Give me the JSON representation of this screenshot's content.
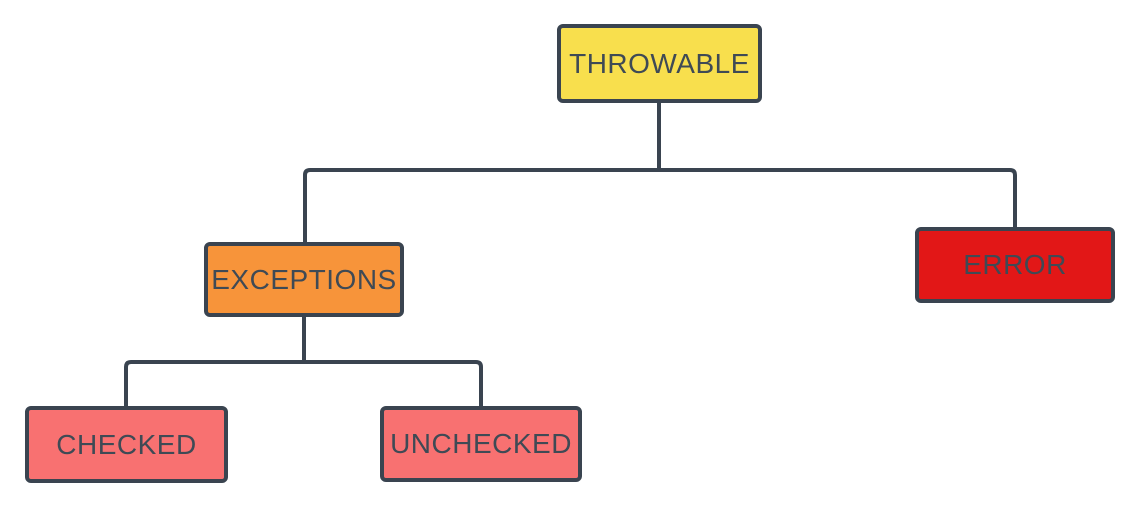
{
  "diagram": {
    "type": "tree",
    "background": "#ffffff",
    "line_color": "#3a4450",
    "text_color": "#3f4a55",
    "nodes": [
      {
        "id": "throwable",
        "label": "THROWABLE",
        "fill": "#f8df4d",
        "level": 0
      },
      {
        "id": "exceptions",
        "label": "EXCEPTIONS",
        "fill": "#f7943a",
        "level": 1
      },
      {
        "id": "error",
        "label": "ERROR",
        "fill": "#e21717",
        "level": 1
      },
      {
        "id": "checked",
        "label": "CHECKED",
        "fill": "#f87171",
        "level": 2
      },
      {
        "id": "unchecked",
        "label": "UNCHECKED",
        "fill": "#f87171",
        "level": 2
      }
    ],
    "edges": [
      {
        "from": "THROWABLE",
        "to": "EXCEPTIONS"
      },
      {
        "from": "THROWABLE",
        "to": "ERROR"
      },
      {
        "from": "EXCEPTIONS",
        "to": "CHECKED"
      },
      {
        "from": "EXCEPTIONS",
        "to": "UNCHECKED"
      }
    ]
  }
}
